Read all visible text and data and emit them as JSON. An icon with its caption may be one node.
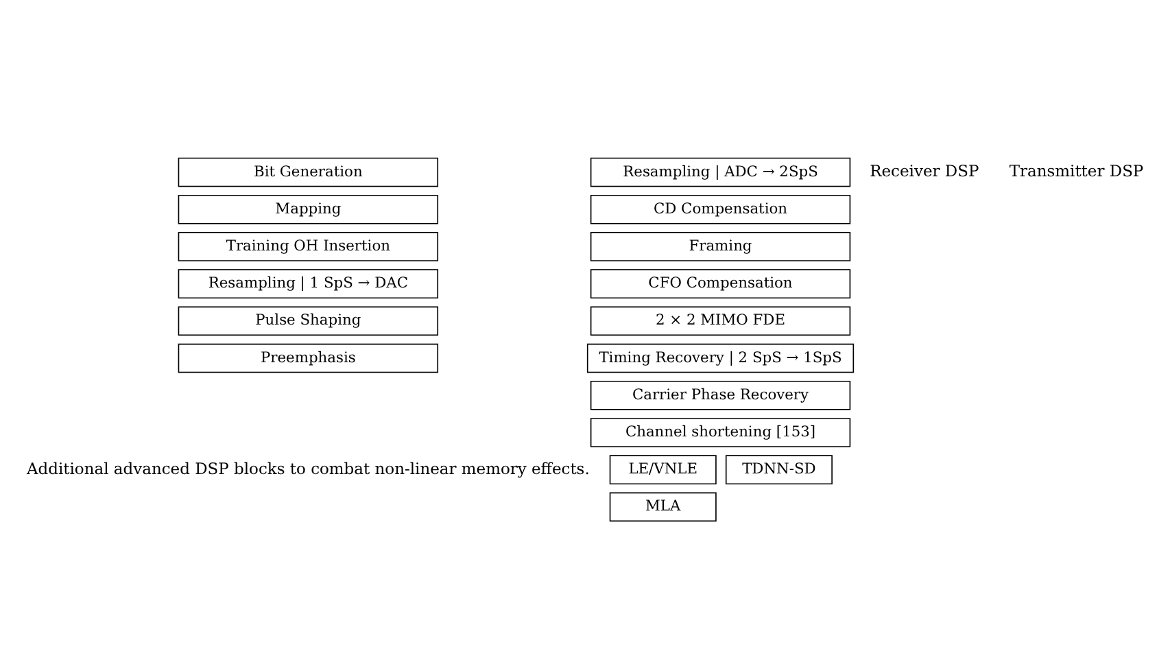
{
  "diagram": {
    "nodes": [
      {
        "text": [
          "Bit Generation"
        ]
      },
      {
        "text": [
          "Mapping"
        ]
      },
      {
        "text": [
          "Training OH Insertion"
        ]
      },
      {
        "text": [
          "Resampling | 1 SpS → DAC"
        ]
      },
      {
        "text": [
          "Pulse Shaping"
        ]
      },
      {
        "text": [
          "Preemphasis"
        ]
      },
      {
        "text": [
          "Resampling | ADC → 2SpS"
        ]
      },
      {
        "text": [
          "CD Compensation"
        ]
      },
      {
        "text": [
          "Framing"
        ]
      },
      {
        "text": [
          "CFO Compensation"
        ]
      },
      {
        "text": [
          "2 × 2 MIMO FDE"
        ]
      },
      {
        "text": [
          "Timing Recovery | 2 SpS → 1SpS"
        ]
      },
      {
        "text": [
          "Carrier Phase Recovery"
        ]
      },
      {
        "text": [
          "Channel shortening [153]"
        ]
      },
      {
        "text": [
          "LE/VNLE"
        ]
      },
      {
        "text": [
          "TDNN-SD"
        ]
      },
      {
        "text": [
          "MLA"
        ]
      }
    ],
    "labels": [
      "Transmitter DSP",
      "Receiver DSP",
      "Additional advanced DSP blocks to combat non-linear memory effects."
    ]
  }
}
